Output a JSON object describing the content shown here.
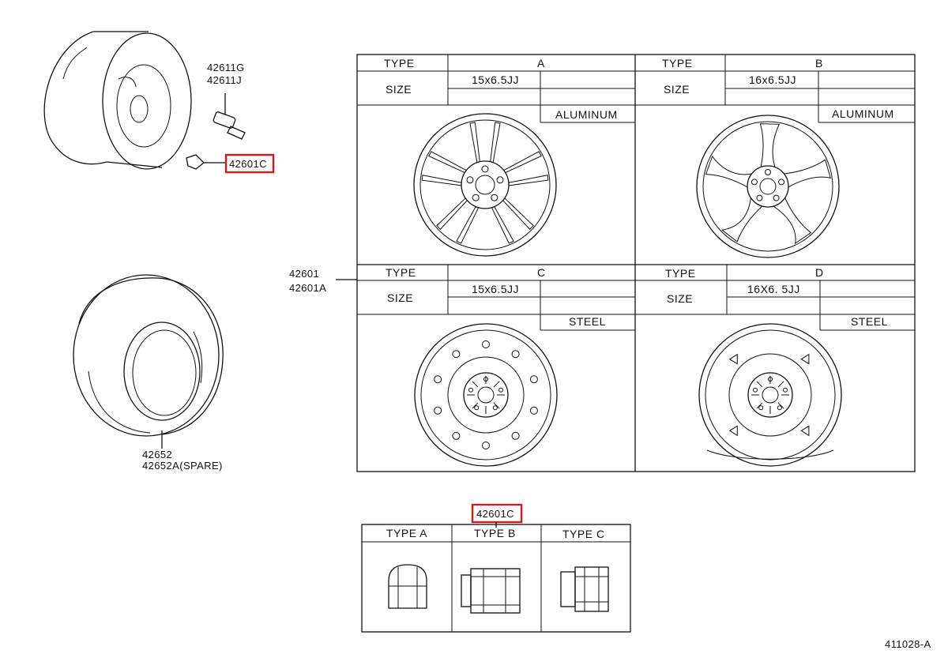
{
  "callouts": {
    "valve_1": "42611G",
    "valve_2": "42611J",
    "nut_highlight": "42601C",
    "wheel_1": "42601",
    "wheel_2": "42601A",
    "tire_1": "42652",
    "tire_2": "42652A(SPARE)",
    "nut_table_highlight": "42601C",
    "diagram_code": "411028-A"
  },
  "wheel_table": {
    "type_label": "TYPE",
    "size_label": "SIZE",
    "panels": [
      {
        "type": "A",
        "size": "15x6.5JJ",
        "material": "ALUMINUM"
      },
      {
        "type": "B",
        "size": "16x6.5JJ",
        "material": "ALUMINUM"
      },
      {
        "type": "C",
        "size": "15x6.5JJ",
        "material": "STEEL"
      },
      {
        "type": "D",
        "size": "16X6. 5JJ",
        "material": "STEEL"
      }
    ]
  },
  "nut_table": {
    "headers": [
      "TYPE A",
      "TYPE B",
      "TYPE C"
    ]
  },
  "colors": {
    "highlight": "#d81a1a",
    "line": "#111111",
    "background": "#ffffff"
  }
}
